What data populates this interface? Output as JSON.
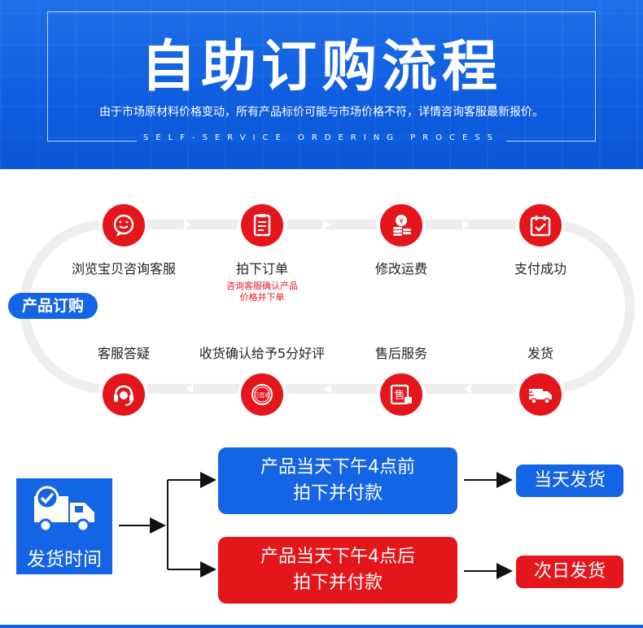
{
  "header": {
    "title": "自助订购流程",
    "subtitle": "由于市场原材料价格变动，所有产品标价可能与市场价格不符，详情咨询客服最新报价。",
    "english": "SELF-SERVICE ORDERING PROCESS"
  },
  "process": {
    "badge": "产品订购",
    "steps": [
      {
        "label": "浏览宝贝咨询客服",
        "icon": "chat-bubble-icon"
      },
      {
        "label": "拍下订单",
        "icon": "order-list-icon",
        "note_line1": "咨询客服确认产品",
        "note_line2": "价格并下单"
      },
      {
        "label": "修改运费",
        "icon": "coins-icon"
      },
      {
        "label": "支付成功",
        "icon": "payment-check-icon"
      },
      {
        "label": "发货",
        "icon": "delivery-truck-icon"
      },
      {
        "label": "售后服务",
        "icon": "after-sales-icon"
      },
      {
        "label": "收货确认给予5分好评",
        "icon": "received-stamp-icon",
        "stamp_text": "已签收"
      },
      {
        "label": "客服答疑",
        "icon": "headset-icon"
      }
    ]
  },
  "shipping": {
    "box_label": "发货时间",
    "before": {
      "line1": "产品当天下午4点前",
      "line2": "拍下并付款",
      "result": "当天发货"
    },
    "after": {
      "line1": "产品当天下午4点后",
      "line2": "拍下并付款",
      "result": "次日发货"
    }
  },
  "colors": {
    "primary_blue": "#1464e6",
    "primary_red": "#e4161b",
    "track_gray": "#eeeeee"
  }
}
